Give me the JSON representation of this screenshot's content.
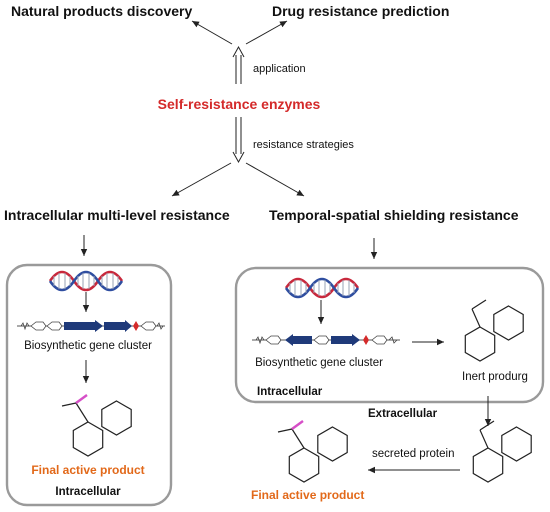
{
  "top": {
    "left_title": "Natural products discovery",
    "right_title": "Drug resistance prediction",
    "application_label": "application"
  },
  "center": {
    "title": "Self-resistance enzymes",
    "strategies_label": "resistance strategies"
  },
  "left": {
    "heading": "Intracellular multi-level resistance",
    "gene_cluster_label": "Biosynthetic gene cluster",
    "product_label": "Final active product",
    "box_label": "Intracellular"
  },
  "right": {
    "heading": "Temporal-spatial shielding resistance",
    "gene_cluster_label": "Biosynthetic gene cluster",
    "prodrug_label": "Inert produrg",
    "box_label": "Intracellular",
    "outside_label": "Extracellular",
    "secreted_label": "secreted protein",
    "product_label": "Final active product"
  },
  "colors": {
    "accent_red": "#d42a2a",
    "product_orange": "#e2691a",
    "dna_red": "#c8283c",
    "dna_blue": "#2f4ea0",
    "gene_navy": "#1f3a7a",
    "highlight_magenta": "#d64fc7",
    "box_border": "#9a9a9a"
  }
}
